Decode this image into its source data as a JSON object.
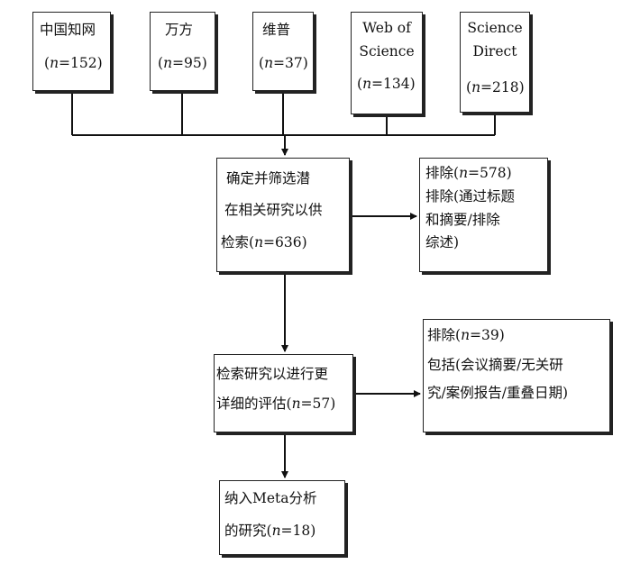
{
  "sources": [
    {
      "name": "中国知网",
      "n": "152"
    },
    {
      "name": "万方",
      "n": "95"
    },
    {
      "name": "维普",
      "n": "37"
    },
    {
      "name_line1": "Web of",
      "name_line2": "Science",
      "n": "134"
    },
    {
      "name_line1": "Science",
      "name_line2": "Direct",
      "n": "218"
    }
  ],
  "n_symbol": "n",
  "screening": {
    "line1": "确定并筛选潜",
    "line2": "在相关研究以供",
    "line3_prefix": "检索(",
    "n": "636"
  },
  "excluded1": {
    "line1_prefix": "排除(",
    "n": "578",
    "line2": "排除(通过标题",
    "line3": "和摘要/排除",
    "line4": "综述)"
  },
  "retrieval": {
    "line1": "检索研究以进行更",
    "line2_prefix": "详细的评估(",
    "n": "57"
  },
  "excluded2": {
    "line1_prefix": "排除(",
    "n": "39",
    "line2": "包括(会议摘要/无关研",
    "line3": "究/案例报告/重叠日期)"
  },
  "included": {
    "line1": "纳入Meta分析",
    "line2_prefix": "的研究(",
    "n": "18"
  }
}
